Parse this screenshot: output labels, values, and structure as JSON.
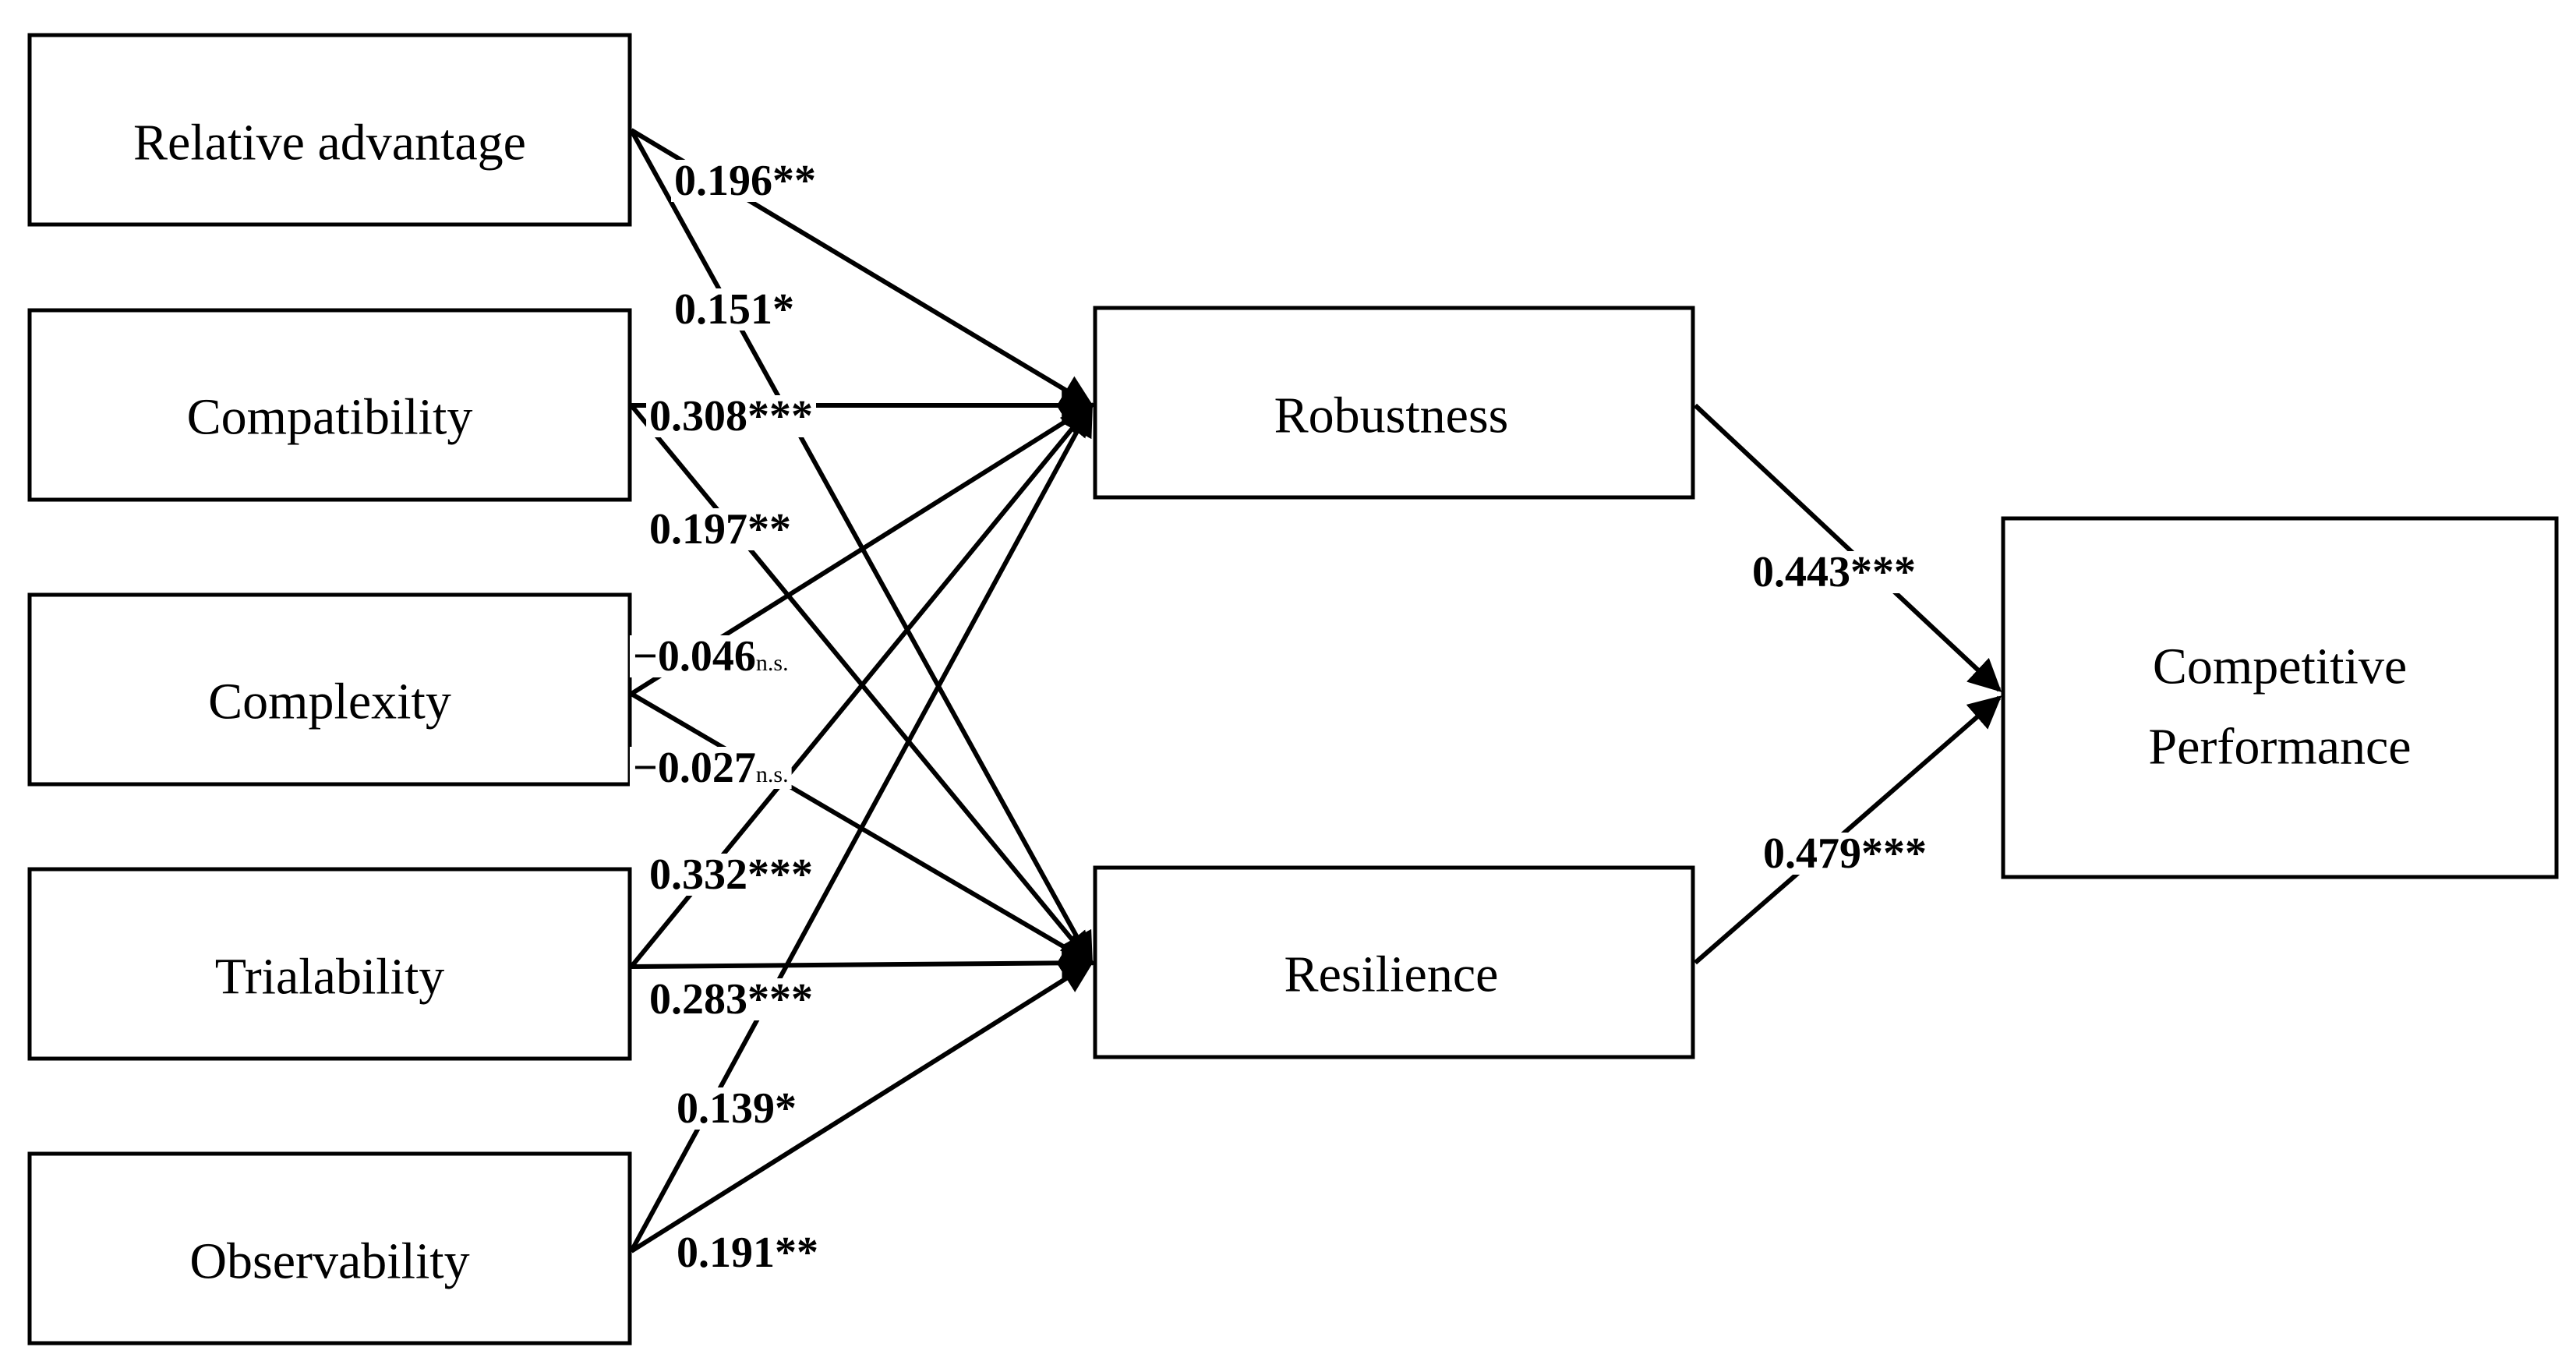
{
  "constructs": {
    "relative_advantage": "Relative advantage",
    "compatibility": "Compatibility",
    "complexity": "Complexity",
    "trialability": "Trialability",
    "observability": "Observability",
    "robustness": "Robustness",
    "resilience": "Resilience",
    "competitive_performance_line1": "Competitive",
    "competitive_performance_line2": "Performance"
  },
  "paths": [
    {
      "from": "relative_advantage",
      "to": "robustness",
      "coefficient": "0.196",
      "sig": "**"
    },
    {
      "from": "relative_advantage",
      "to": "resilience",
      "coefficient": "0.151",
      "sig": "*"
    },
    {
      "from": "compatibility",
      "to": "robustness",
      "coefficient": "0.308",
      "sig": "***"
    },
    {
      "from": "compatibility",
      "to": "resilience",
      "coefficient": "0.197",
      "sig": "**"
    },
    {
      "from": "complexity",
      "to": "robustness",
      "coefficient": "−0.046",
      "sig": "n.s."
    },
    {
      "from": "complexity",
      "to": "resilience",
      "coefficient": "−0.027",
      "sig": "n.s."
    },
    {
      "from": "trialability",
      "to": "robustness",
      "coefficient": "0.332",
      "sig": "***"
    },
    {
      "from": "trialability",
      "to": "resilience",
      "coefficient": "0.283",
      "sig": "***"
    },
    {
      "from": "observability",
      "to": "robustness",
      "coefficient": "0.139",
      "sig": "*"
    },
    {
      "from": "observability",
      "to": "resilience",
      "coefficient": "0.191",
      "sig": "**"
    },
    {
      "from": "robustness",
      "to": "competitive_performance",
      "coefficient": "0.443",
      "sig": "***"
    },
    {
      "from": "resilience",
      "to": "competitive_performance",
      "coefficient": "0.479",
      "sig": "***"
    }
  ]
}
